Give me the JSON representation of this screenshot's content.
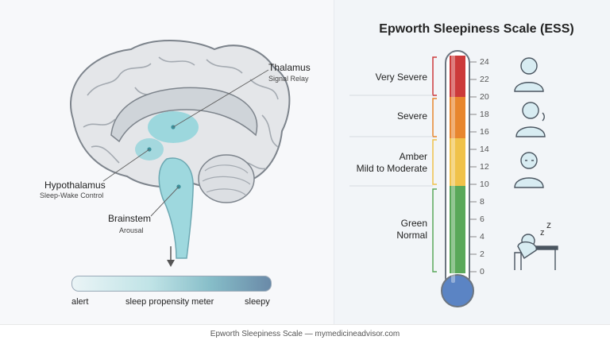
{
  "title": "Epworth Sleepiness Scale (ESS)",
  "brain": {
    "thalamus": "Thalamus",
    "thalamus_sub": "Signal Relay",
    "hypothalamus": "Hypothalamus",
    "hypothalamus_sub": "Sleep-Wake Control",
    "brainstem": "Brainstem",
    "brainstem_sub": "Arousal"
  },
  "meter": {
    "left": "alert",
    "center": "sleep propensity meter",
    "right": "sleepy"
  },
  "scale": {
    "ticks": [
      "24",
      "22",
      "20",
      "18",
      "16",
      "14",
      "12",
      "10",
      "8",
      "6",
      "4",
      "2",
      "0"
    ],
    "bands": [
      {
        "label": "Very Severe",
        "color": "#cc3a3a"
      },
      {
        "label": "Severe",
        "color": "#e8862e"
      },
      {
        "label_line1": "Amber",
        "label_line2": "Mild to Moderate",
        "color": "#f0c24a"
      },
      {
        "label_line1": "Green",
        "label_line2": "Normal",
        "color": "#5aa85a"
      }
    ],
    "bulb_color": "#5b84c4"
  },
  "footer": "Epworth Sleepiness Scale — mymedicineadvisor.com"
}
